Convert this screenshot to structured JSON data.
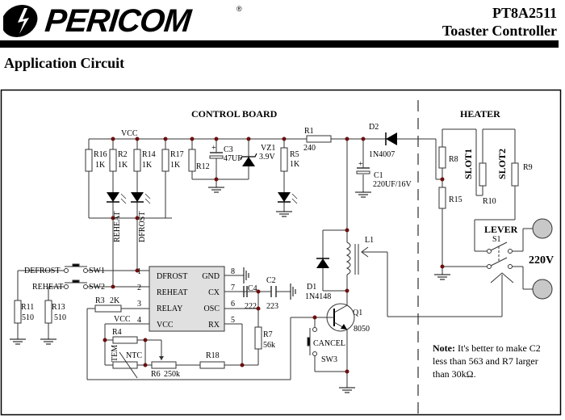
{
  "header": {
    "brand": "PERICOM",
    "registered_mark": "®",
    "part_number": "PT8A2511",
    "part_description": "Toaster Controller",
    "section_title": "Application Circuit"
  },
  "diagram": {
    "sections": {
      "control_board": "CONTROL BOARD",
      "heater": "HEATER"
    },
    "nets": {
      "vcc_top": "VCC",
      "vcc_pin4": "VCC",
      "mains": "220V"
    },
    "ic": {
      "left_pins": [
        {
          "num": "1",
          "name": "DFROST"
        },
        {
          "num": "2",
          "name": "REHEAT"
        },
        {
          "num": "3",
          "name": "RELAY"
        },
        {
          "num": "4",
          "name": "VCC"
        }
      ],
      "right_pins": [
        {
          "num": "8",
          "name": "GND"
        },
        {
          "num": "7",
          "name": "CX"
        },
        {
          "num": "6",
          "name": "OSC"
        },
        {
          "num": "5",
          "name": "RX"
        }
      ]
    },
    "resistors": {
      "R16": {
        "ref": "R16",
        "value": "1K"
      },
      "R2": {
        "ref": "R2",
        "value": "1K"
      },
      "R14": {
        "ref": "R14",
        "value": "1K"
      },
      "R17": {
        "ref": "R17",
        "value": "1K"
      },
      "R12": {
        "ref": "R12",
        "value": ""
      },
      "R5": {
        "ref": "R5",
        "value": "1K"
      },
      "R1": {
        "ref": "R1",
        "value": "240"
      },
      "R11": {
        "ref": "R11",
        "value": "510"
      },
      "R13": {
        "ref": "R13",
        "value": "510"
      },
      "R3": {
        "ref": "R3",
        "value": "2K"
      },
      "R4": {
        "ref": "R4",
        "value": ""
      },
      "R6": {
        "ref": "R6",
        "value": "250k"
      },
      "R18": {
        "ref": "R18",
        "value": ""
      },
      "R7": {
        "ref": "R7",
        "value": "56k"
      },
      "R8": {
        "ref": "R8",
        "value": ""
      },
      "R15": {
        "ref": "R15",
        "value": ""
      },
      "R10": {
        "ref": "R10",
        "value": ""
      },
      "R9": {
        "ref": "R9",
        "value": ""
      },
      "NTC": {
        "ref": "NTC",
        "value": "TEM"
      }
    },
    "capacitors": {
      "C3": {
        "ref": "C3",
        "value": "47UF"
      },
      "C1": {
        "ref": "C1",
        "value": "220UF/16V"
      },
      "C4": {
        "ref": "C4",
        "value": "222"
      },
      "C2": {
        "ref": "C2",
        "value": "223"
      }
    },
    "diodes": {
      "VZ1": {
        "ref": "VZ1",
        "value": "3.9V"
      },
      "D2": {
        "ref": "D2",
        "value": "1N4007"
      },
      "D1": {
        "ref": "D1",
        "value": "1N4148"
      }
    },
    "leds": {
      "reheat": "REHEAT",
      "defrost": "DFROST"
    },
    "transistor": {
      "ref": "Q1",
      "value": "8050"
    },
    "relay": {
      "ref": "L1"
    },
    "switches": {
      "SW1": {
        "ref": "SW1",
        "label": "DEFROST"
      },
      "SW2": {
        "ref": "SW2",
        "label": "REHEAT"
      },
      "SW3": {
        "ref": "SW3",
        "label": "CANCEL"
      },
      "S1": {
        "ref": "S1",
        "label": "LEVER"
      }
    },
    "heater_slots": [
      "SLOT1",
      "SLOT2"
    ]
  },
  "note": {
    "prefix": "Note:",
    "text": " It's better to make C2 less than 563 and R7 larger than 30kΩ."
  }
}
